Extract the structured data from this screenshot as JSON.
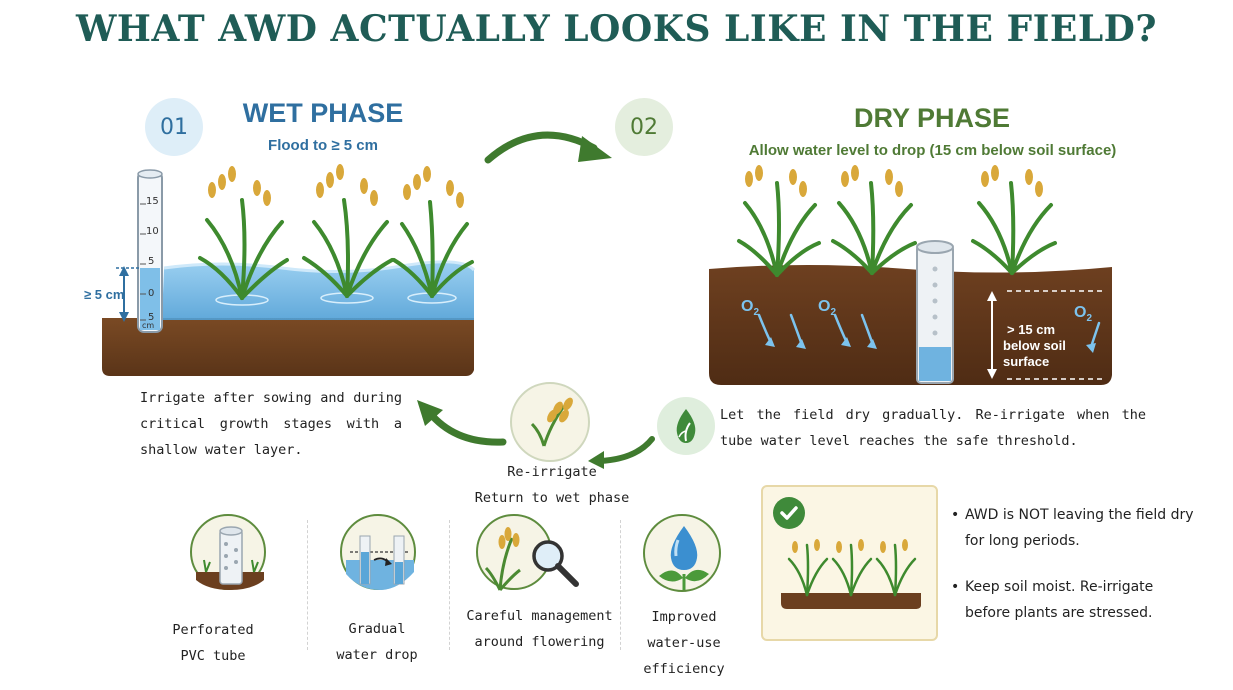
{
  "title": "WHAT AWD ACTUALLY LOOKS LIKE IN THE FIELD?",
  "wet_phase": {
    "number": "01",
    "title": "WET PHASE",
    "subtitle": "Flood to ≥ 5 cm",
    "depth_label": "≥ 5 cm",
    "tube_ticks": [
      "15",
      "10",
      "5",
      "0",
      "5"
    ],
    "tube_unit": "cm",
    "description": "Irrigate after sowing and during critical growth stages with a shallow water layer."
  },
  "dry_phase": {
    "number": "02",
    "title": "DRY PHASE",
    "subtitle": "Allow water level to drop (15 cm below soil surface)",
    "oxygen_label": "O",
    "oxygen_subscript": "2",
    "depth_label_line1": "> 15 cm",
    "depth_label_line2": "below soil",
    "depth_label_line3": "surface",
    "description": "Let the field dry gradually. Re-irrigate when the tube water level reaches the safe threshold."
  },
  "reirrigate": {
    "line1": "Re-irrigate",
    "line2": "Return to wet phase"
  },
  "features": [
    {
      "line1": "Perforated",
      "line2": "PVC tube",
      "icon": "pvc-tube-icon"
    },
    {
      "line1": "Gradual",
      "line2": "water drop",
      "icon": "water-drop-level-icon"
    },
    {
      "line1": "Careful management",
      "line2": "around flowering",
      "icon": "rice-magnifier-icon"
    },
    {
      "line1": "Improved",
      "line2": "water-use",
      "line3": "efficiency",
      "icon": "water-drop-leaf-icon"
    }
  ],
  "note_bullets": [
    "AWD is NOT leaving the field dry for long periods.",
    "Keep soil moist. Re-irrigate before plants are stressed."
  ],
  "colors": {
    "title": "#1f5c56",
    "wet_accent": "#2f6fa0",
    "dry_accent": "#4f7a35",
    "arrow": "#3f7a2e",
    "water": "#6fb7e3",
    "soil": "#6b3f1f"
  }
}
